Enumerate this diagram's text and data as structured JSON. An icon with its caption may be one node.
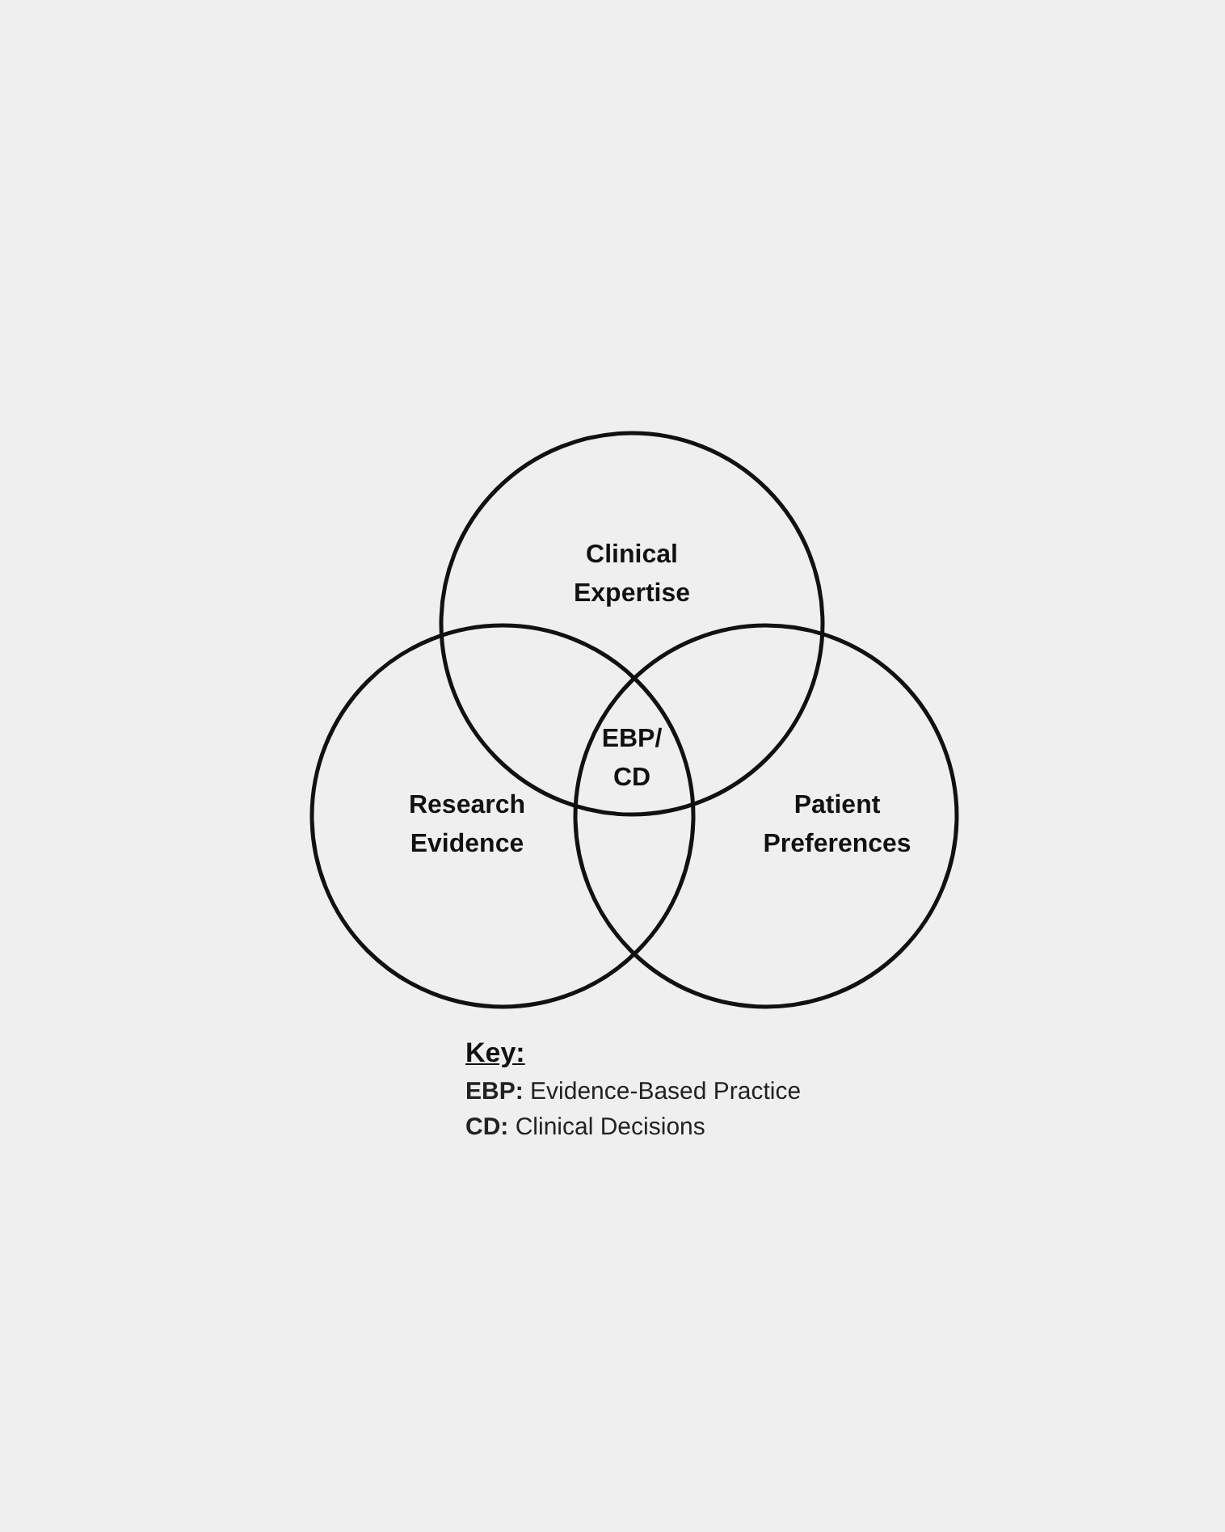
{
  "diagram": {
    "nodes": [
      {
        "text": [
          "Clinical Expertise"
        ]
      },
      {
        "text": [
          "Research Evidence"
        ]
      },
      {
        "text": [
          "Patient Preferences"
        ]
      }
    ],
    "labels": [
      "EBP/ CD",
      "Key:",
      "**EBP:** Evidence-Based Practice",
      "**CD:** Clinical Decisions"
    ]
  }
}
